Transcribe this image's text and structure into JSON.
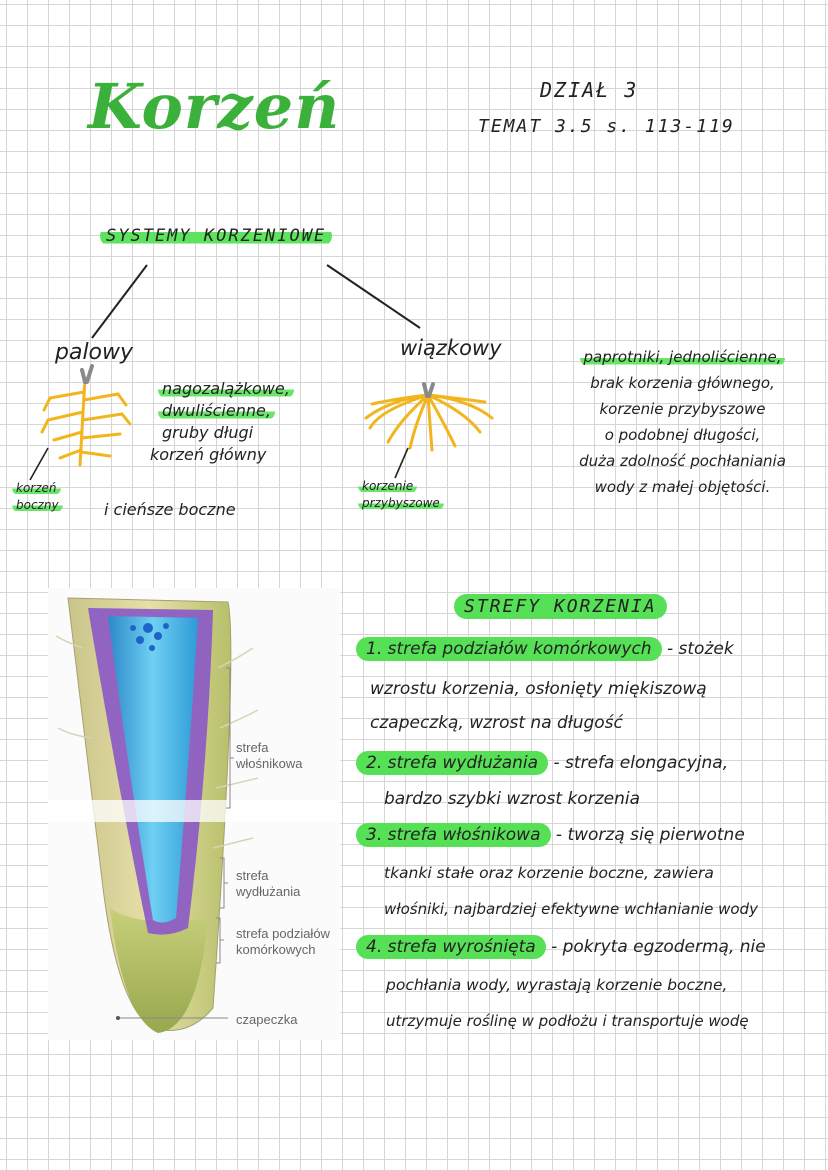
{
  "title": "Korzeń",
  "header": {
    "dzial": "DZIAŁ 3",
    "temat": "TEMAT 3.5 s. 113-119"
  },
  "systems": {
    "heading": "SYSTEMY KORZENIOWE",
    "palowy": {
      "label": "palowy",
      "side_label_1": "korzeń",
      "side_label_2": "boczny",
      "desc": [
        "nagozalążkowe,",
        "dwuliścienne,",
        "gruby długi",
        "korzeń główny",
        "i cieńsze boczne"
      ]
    },
    "wiazkowy": {
      "label": "wiązkowy",
      "side_label_1": "korzenie",
      "side_label_2": "przybyszowe",
      "desc": [
        "paprotniki, jednoliścienne,",
        "brak korzenia głównego,",
        "korzenie przybyszowe",
        "o podobnej długości,",
        "duża zdolność pochłaniania",
        "wody z małej objętości."
      ]
    }
  },
  "photo": {
    "labels": {
      "zone1_a": "strefa",
      "zone1_b": "włośnikowa",
      "zone2_a": "strefa",
      "zone2_b": "wydłużania",
      "zone3_a": "strefa podziałów",
      "zone3_b": "komórkowych",
      "zone4": "czapeczka"
    }
  },
  "zones": {
    "heading": "STREFY KORZENIA",
    "items": [
      {
        "title": "1. strefa podziałów komórkowych",
        "rest": "- stożek",
        "lines": [
          "wzrostu korzenia, osłonięty miękiszową",
          "czapeczką, wzrost na długość"
        ]
      },
      {
        "title": "2. strefa wydłużania",
        "rest": "- strefa elongacyjna,",
        "lines": [
          "bardzo szybki wzrost korzenia"
        ]
      },
      {
        "title": "3. strefa włośnikowa",
        "rest": "- tworzą się pierwotne",
        "lines": [
          "tkanki stałe oraz korzenie boczne, zawiera",
          "włośniki, najbardziej efektywne wchłanianie wody"
        ]
      },
      {
        "title": "4. strefa wyrośnięta",
        "rest": "- pokryta egzodermą, nie",
        "lines": [
          "pochłania wody, wyrastają korzenie boczne,",
          "utrzymuje roślinę w podłożu i transportuje wodę"
        ]
      }
    ]
  },
  "colors": {
    "green": "#3bb13c",
    "highlight": "#55e055",
    "root_yellow": "#f2b51c",
    "root_blue": "#3ab0e8",
    "root_purple": "#8a58c6"
  }
}
